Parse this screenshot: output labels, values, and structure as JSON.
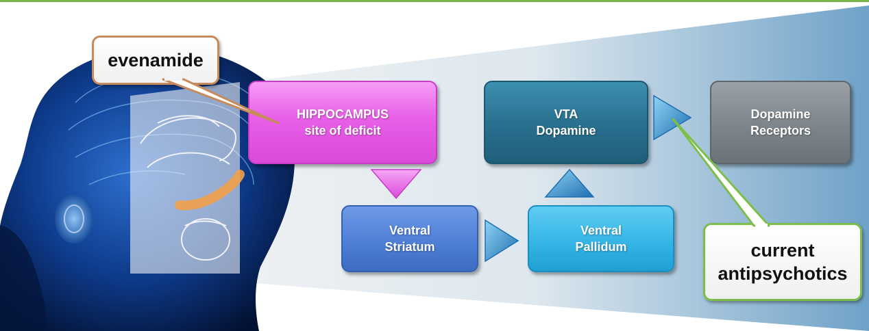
{
  "evenamide_label": "evenamide",
  "hippocampus": {
    "line1": "HIPPOCAMPUS",
    "line2": "site of deficit"
  },
  "vta": {
    "line1": "VTA",
    "line2": "Dopamine"
  },
  "receptors": {
    "line1": "Dopamine",
    "line2": "Receptors"
  },
  "striatum": {
    "line1": "Ventral",
    "line2": "Striatum"
  },
  "pallidum": {
    "line1": "Ventral",
    "line2": "Pallidum"
  },
  "antipsychotics": {
    "line1": "current",
    "line2": "antipsychotics"
  },
  "colors": {
    "hippocampus": "#e85fe8",
    "vta": "#2a7190",
    "receptors": "#7c858b",
    "striatum": "#4f7fd6",
    "pallidum": "#36b5e6",
    "evenamide_border": "#c78a5a",
    "antipsychotics_border": "#7bbf4a"
  }
}
